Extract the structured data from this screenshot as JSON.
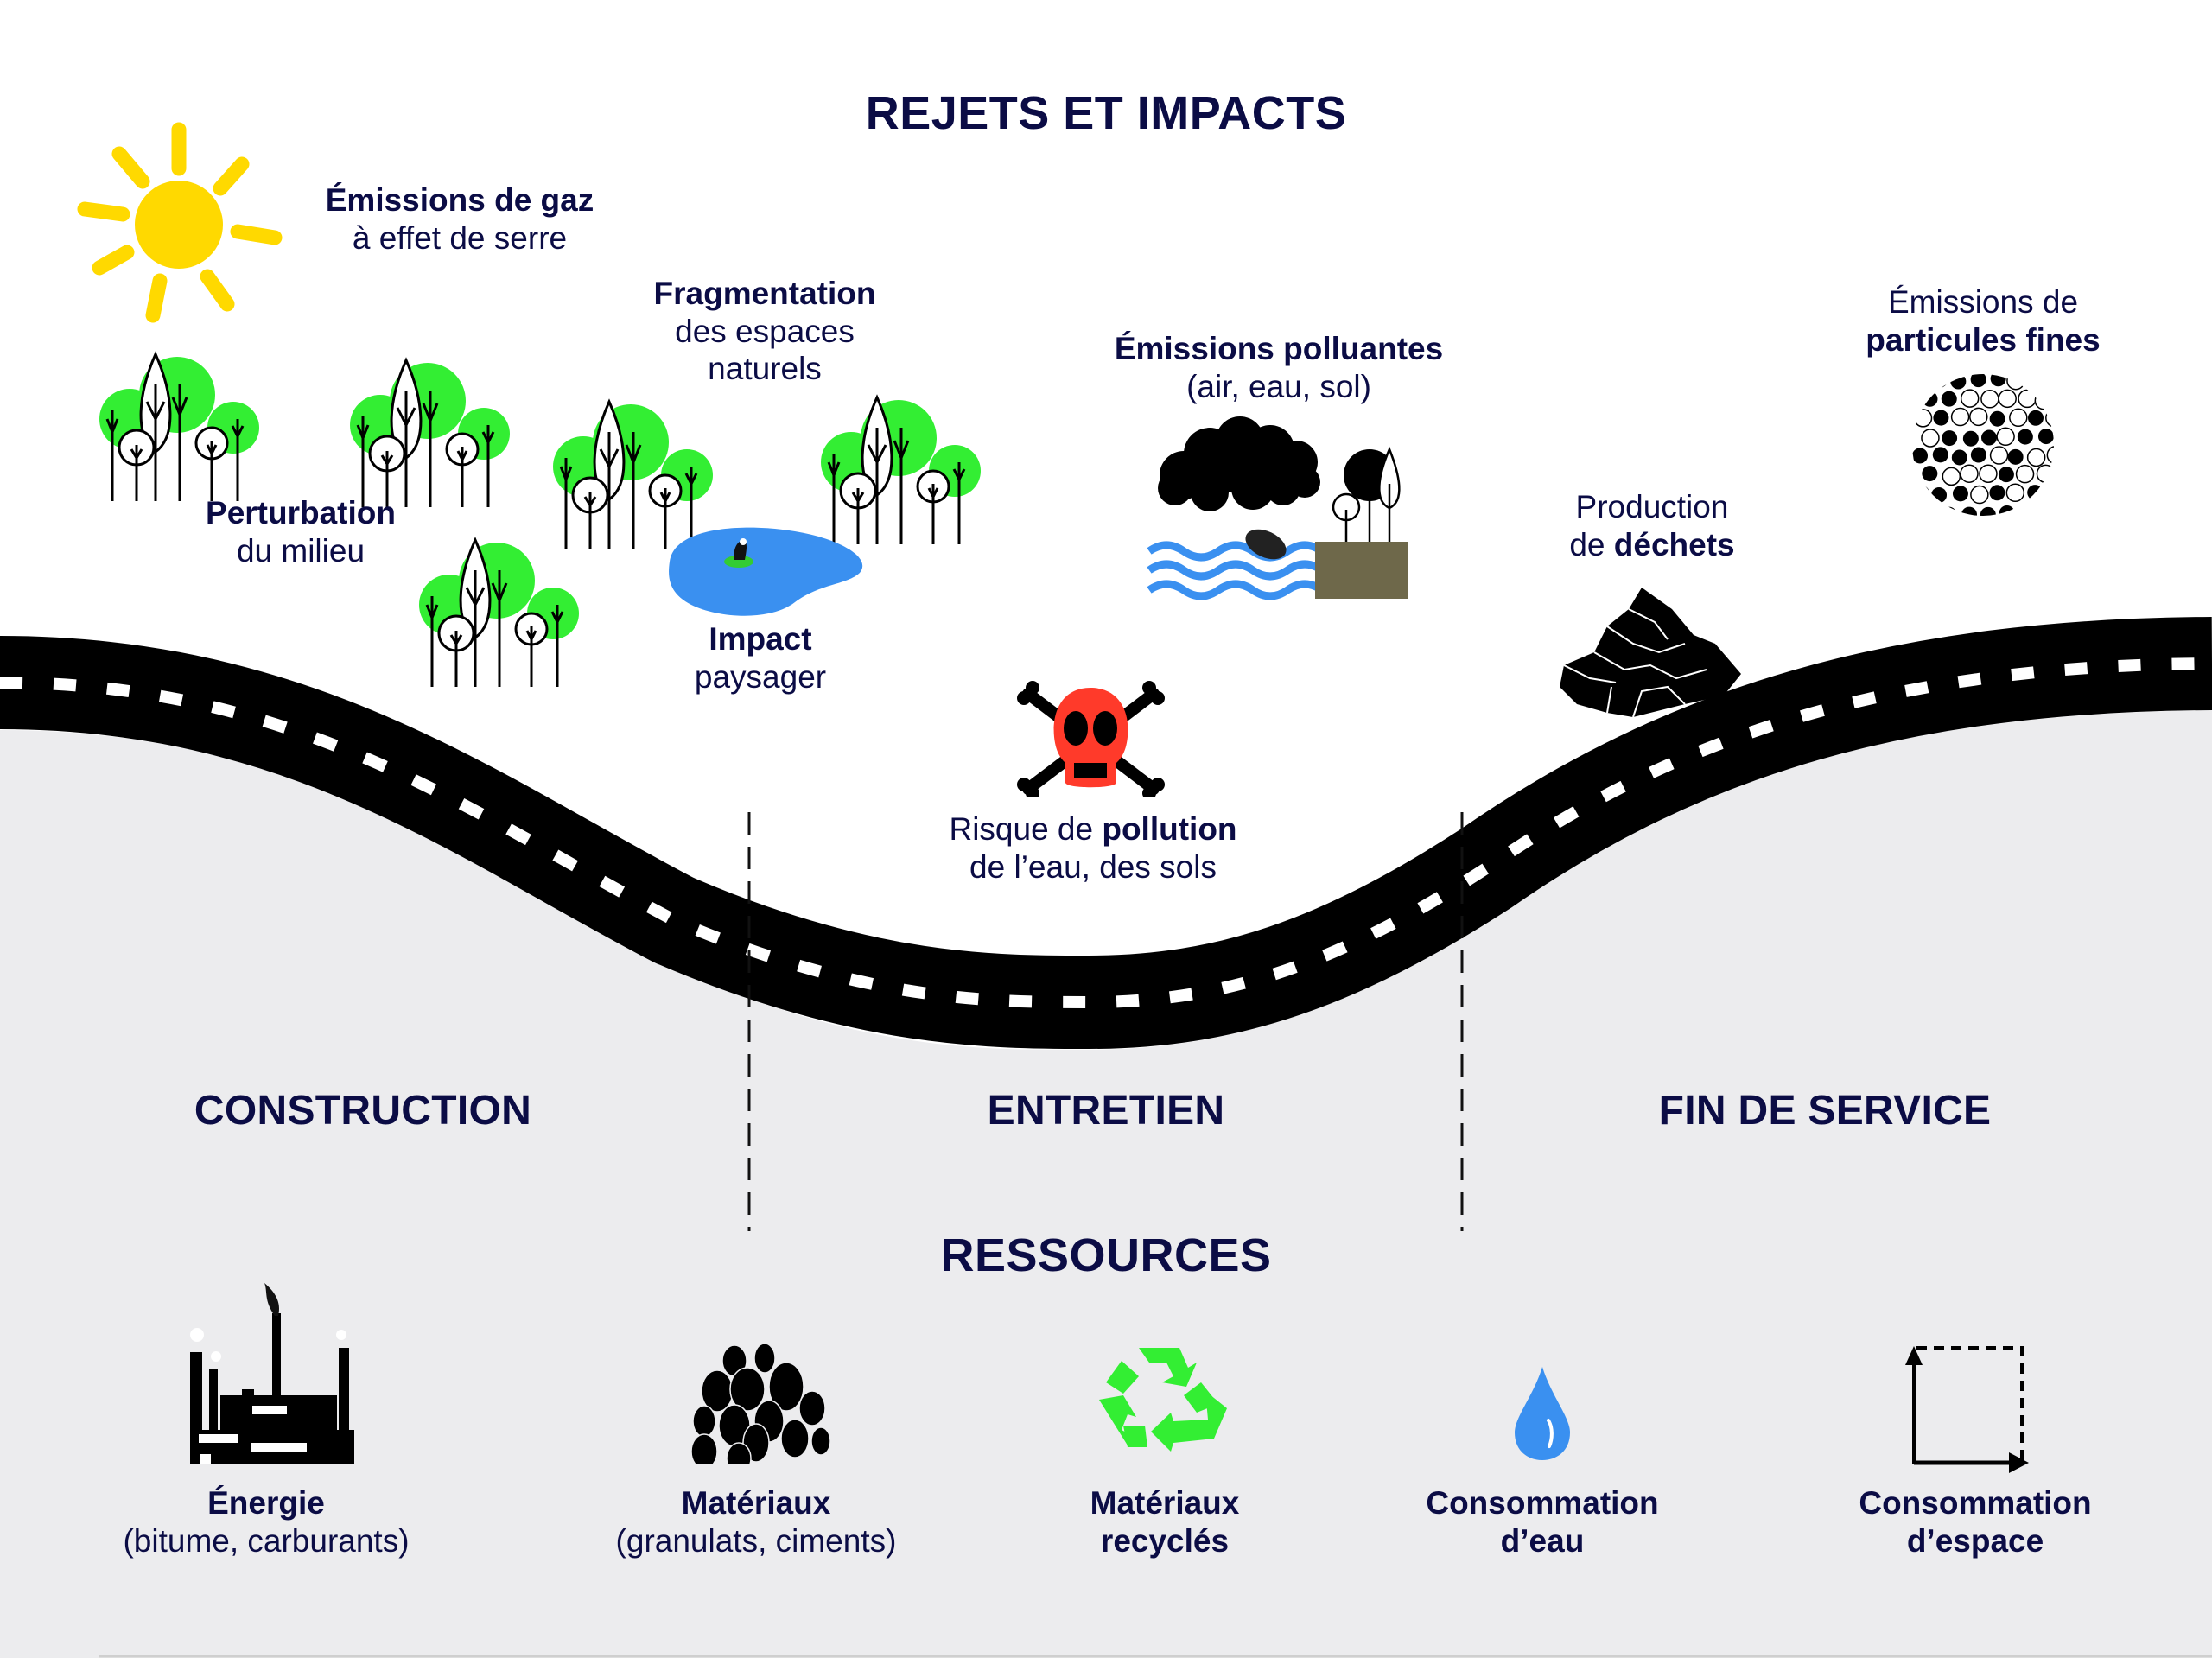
{
  "title": "REJETS ET IMPACTS",
  "colors": {
    "navy": "#0b0c45",
    "road": "#000000",
    "lower_bg": "#ececee",
    "sun": "#ffd900",
    "tree_green": "#33ee33",
    "water_blue": "#3a90f0",
    "skull_red": "#ff3a2a",
    "soil": "#6e684a"
  },
  "impacts": {
    "ges": {
      "bold": "Émissions de gaz",
      "regular": "à effet de serre",
      "icon": "sun-icon"
    },
    "fragmentation": {
      "bold": "Fragmentation",
      "regular_1": "des espaces",
      "regular_2": "naturels",
      "icon": "trees-icon"
    },
    "perturbation": {
      "bold": "Perturbation",
      "regular": "du milieu",
      "icon": "trees-icon"
    },
    "paysager": {
      "bold": "Impact",
      "regular": "paysager",
      "icon": "pond-frog-icon"
    },
    "polluantes": {
      "bold": "Émissions polluantes",
      "regular": "(air, eau, sol)",
      "icon": "pollution-cloud-water-soil-icon"
    },
    "risque": {
      "regular_1": "Risque de ",
      "bold_1": "pollution",
      "regular_2": "de l’eau, des sols",
      "icon": "skull-crossbones-icon"
    },
    "dechets": {
      "regular_1": "Production",
      "regular_2": "de ",
      "bold_2": "déchets",
      "icon": "waste-pile-icon"
    },
    "particules": {
      "regular": "Émissions de",
      "bold": "particules fines",
      "icon": "fine-particles-icon"
    }
  },
  "phases": [
    "CONSTRUCTION",
    "ENTRETIEN",
    "FIN DE SERVICE"
  ],
  "resources_title": "RESSOURCES",
  "resources": [
    {
      "bold": "Énergie",
      "regular": "(bitume, carburants)",
      "icon": "factory-icon"
    },
    {
      "bold": "Matériaux",
      "regular": "(granulats, ciments)",
      "icon": "aggregates-icon"
    },
    {
      "bold": "Matériaux",
      "bold_2": "recyclés",
      "icon": "recycle-icon"
    },
    {
      "bold": "Consommation",
      "bold_2": "d’eau",
      "icon": "water-drop-icon"
    },
    {
      "bold": "Consommation",
      "bold_2": "d’espace",
      "icon": "area-axes-icon"
    }
  ]
}
